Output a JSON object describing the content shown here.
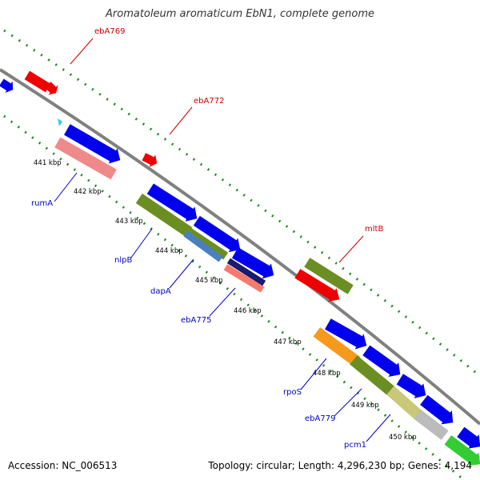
{
  "title": "Aromatoleum aromaticum EbN1, complete genome",
  "accession": "Accession: NC_006513",
  "summary": "Topology: circular; Length: 4,296,230 bp; Genes: 4,194",
  "colors": {
    "backbone": "#808080",
    "tick_dots": "#1e8a1e",
    "forward_label": "#0000cc",
    "reverse_label": "#cc0000",
    "blue": "#0000ee",
    "red": "#ee0000",
    "pink": "#f08a8a",
    "olive": "#6b8e23",
    "steelblue": "#4a7fc0",
    "navy": "#1a1a6e",
    "salmon": "#f47a6e",
    "orange": "#f59a1c",
    "khaki": "#c8c878",
    "silver": "#bbbbbb",
    "green": "#33cc33",
    "cyan": "#33ccee"
  },
  "kbp_labels": [
    "441 kbp",
    "442 kbp",
    "443 kbp",
    "444 kbp",
    "445 kbp",
    "446 kbp",
    "447 kbp",
    "448 kbp",
    "449 kbp",
    "450 kbp"
  ],
  "forward_gene_labels": [
    "rumA",
    "nlpB",
    "dapA",
    "ebA775",
    "rpoS",
    "ebA779",
    "pcm1"
  ],
  "reverse_gene_labels": [
    "ebA769",
    "ebA772",
    "mltB"
  ]
}
